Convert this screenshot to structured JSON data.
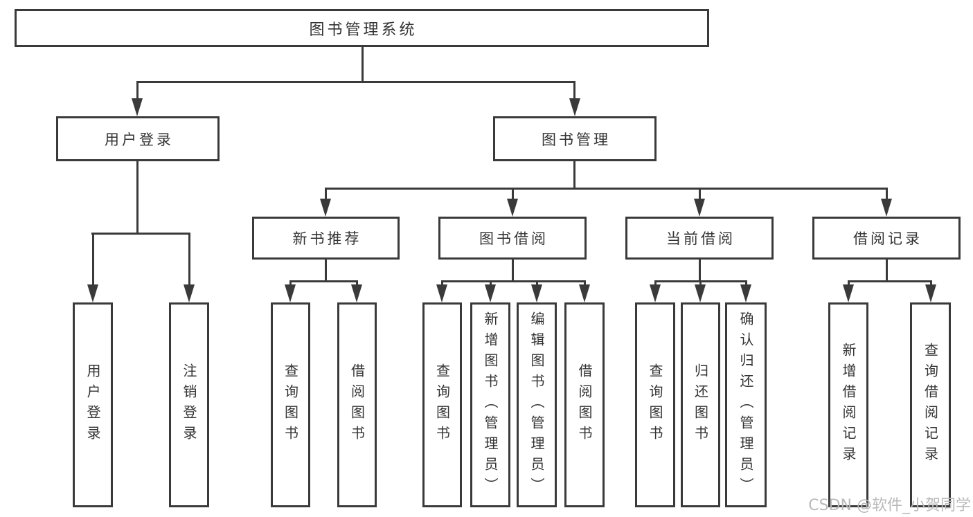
{
  "tree": {
    "root": "图书管理系统",
    "l2": [
      {
        "label": "用户登录"
      },
      {
        "label": "图书管理"
      }
    ],
    "l3": [
      {
        "label": "新书推荐"
      },
      {
        "label": "图书借阅"
      },
      {
        "label": "当前借阅"
      },
      {
        "label": "借阅记录"
      }
    ],
    "l4": {
      "user_login": [
        "用户登录",
        "注销登录"
      ],
      "new_book": [
        "查询图书",
        "借阅图书"
      ],
      "borrow": [
        "查询图书",
        "新增图书（管理员）",
        "编辑图书（管理员）",
        "借阅图书"
      ],
      "current": [
        "查询图书",
        "归还图书",
        "确认归还（管理员）"
      ],
      "records": [
        "新增借阅记录",
        "查询借阅记录"
      ]
    }
  },
  "watermark": {
    "text": "CSDN @软件_小贺同学",
    "color": "#b9b9b9"
  },
  "colors": {
    "line": "#3a3a3a",
    "text": "#333333",
    "background": "#ffffff"
  }
}
